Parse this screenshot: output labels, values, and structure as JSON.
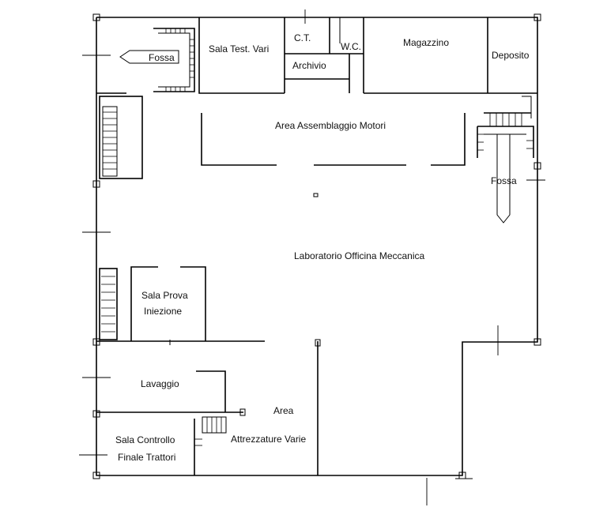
{
  "rooms": {
    "fossa_top": "Fossa",
    "sala_test": "Sala Test. Vari",
    "ct": "C.T.",
    "wc": "W.C.",
    "archivio": "Archivio",
    "magazzino": "Magazzino",
    "deposito": "Deposito",
    "area_assemblaggio": "Area Assemblaggio Motori",
    "fossa_right": "Fossa",
    "laboratorio": "Laboratorio Officina Meccanica",
    "sala_prova_1": "Sala Prova",
    "sala_prova_2": "Iniezione",
    "lavaggio": "Lavaggio",
    "area_1": "Area",
    "area_2": "Attrezzature Varie",
    "sala_controllo_1": "Sala Controllo",
    "sala_controllo_2": "Finale Trattori"
  }
}
